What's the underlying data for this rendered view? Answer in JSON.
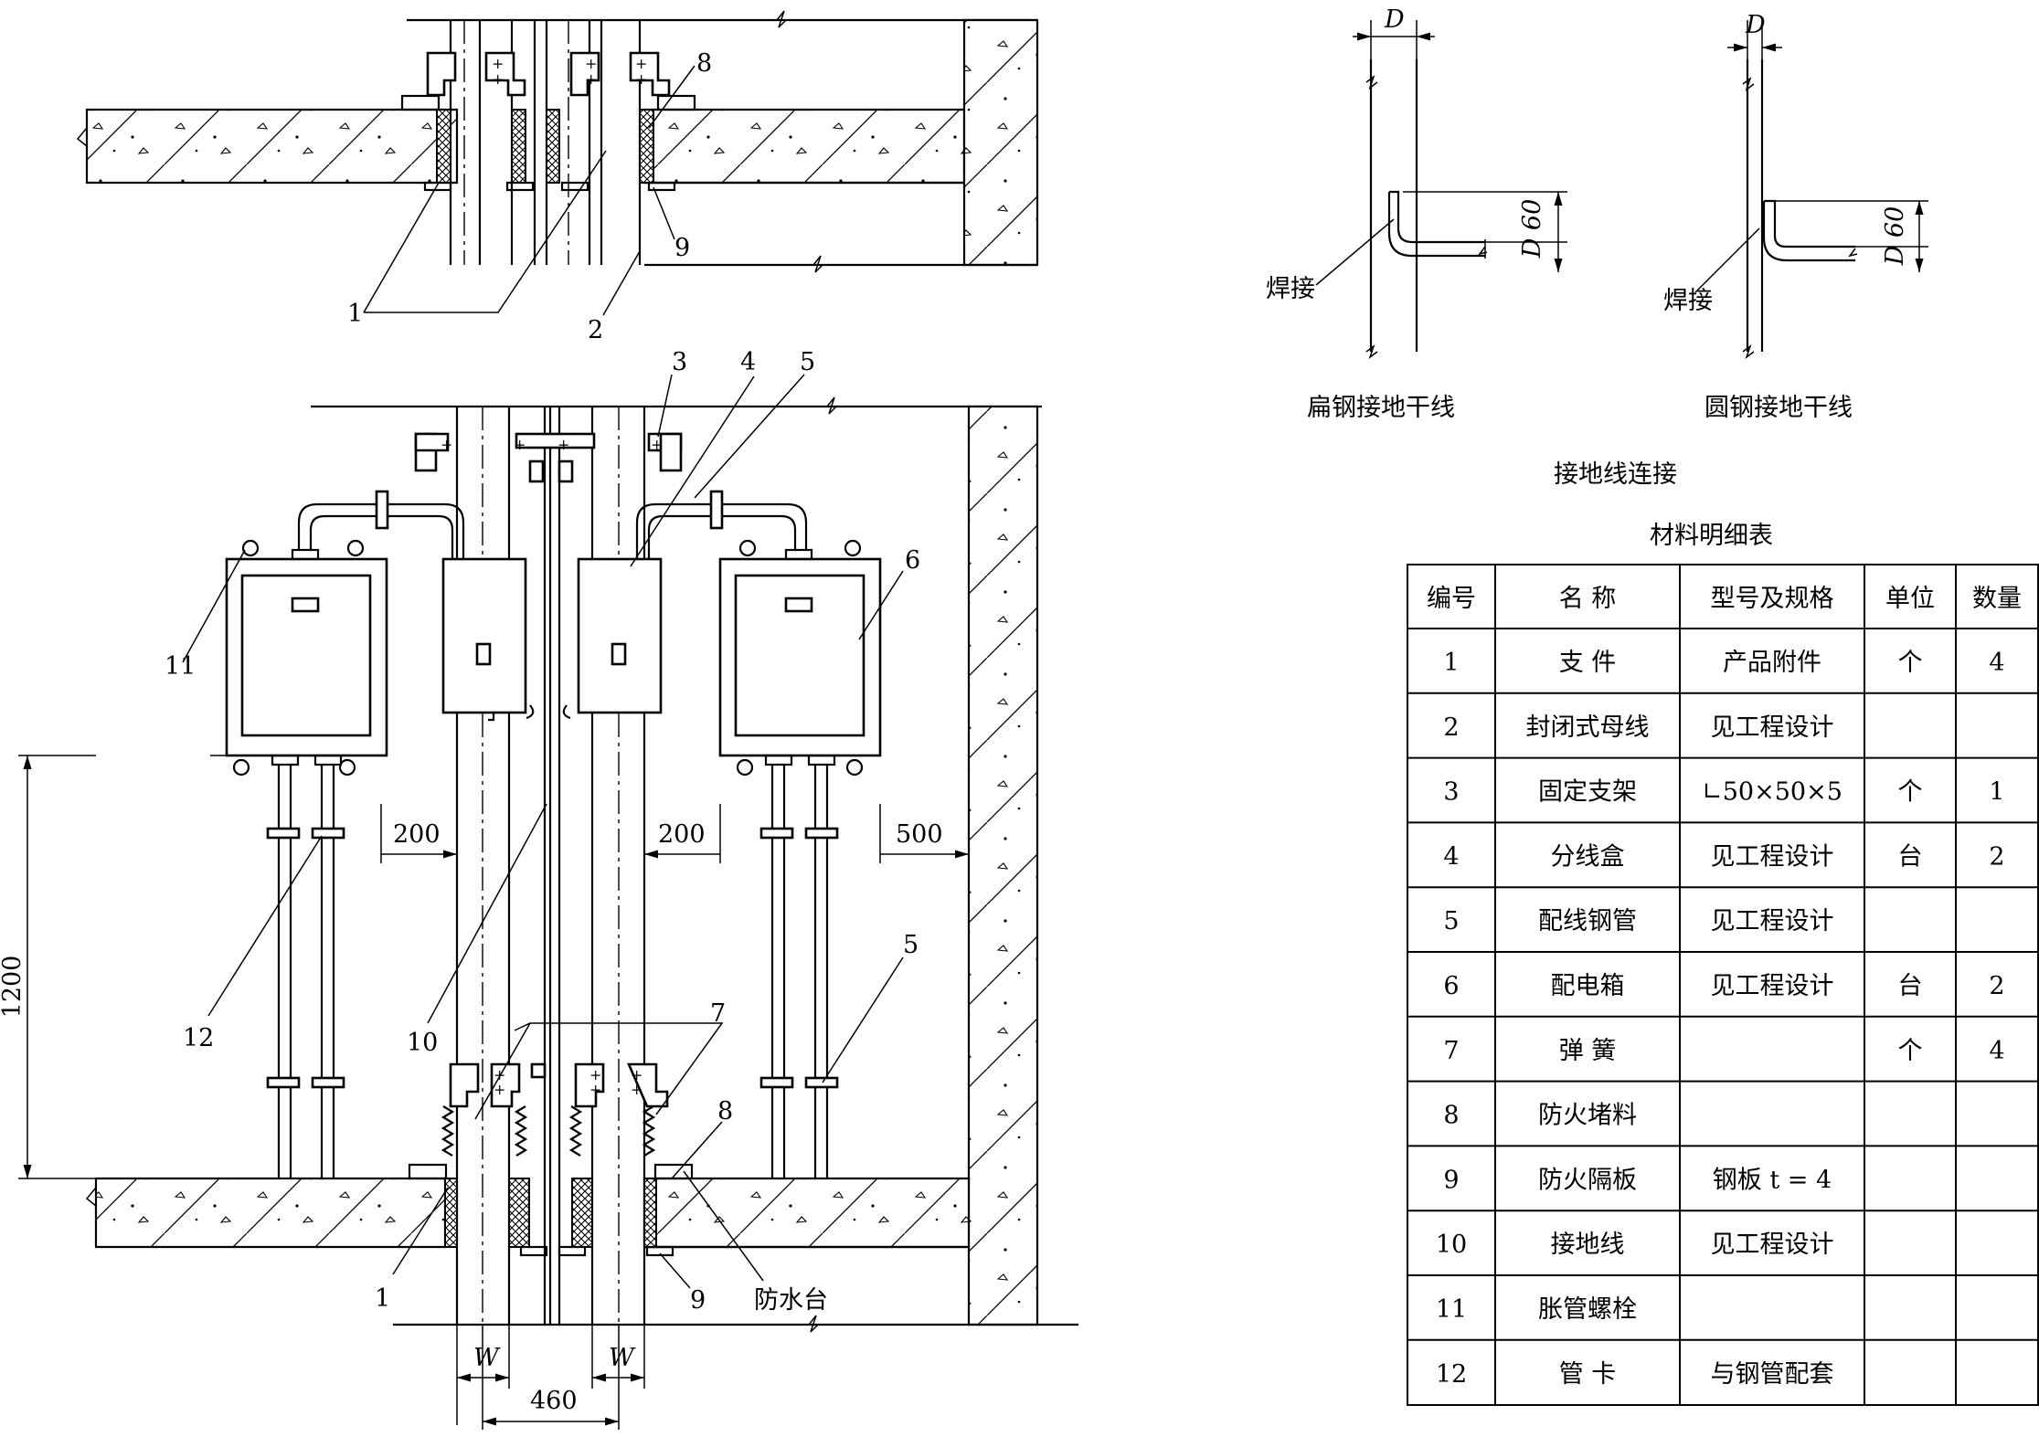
{
  "detail_grounding": {
    "flat_title": "扁钢接地干线",
    "round_title": "圆钢接地干线",
    "section_title": "接地线连接",
    "weld_label": "焊接",
    "d_label": "D",
    "dim_text": "D 60"
  },
  "plan_labels": [
    "1",
    "2",
    "8",
    "9"
  ],
  "elev_labels": [
    "3",
    "4",
    "5",
    "6",
    "11",
    "12",
    "10",
    "7",
    "5",
    "8",
    "1",
    "9"
  ],
  "elev_other": {
    "water_platform": "防水台",
    "w_label": "W",
    "dim_200": "200",
    "dim_500": "500",
    "dim_1200": "1200",
    "dim_460": "460"
  },
  "table": {
    "title": "材料明细表",
    "headers": [
      "编号",
      "名    称",
      "型号及规格",
      "单位",
      "数量"
    ],
    "rows": [
      [
        "1",
        "支    件",
        "产品附件",
        "个",
        "4"
      ],
      [
        "2",
        "封闭式母线",
        "见工程设计",
        "",
        ""
      ],
      [
        "3",
        "固定支架",
        "∟50×50×5",
        "个",
        "1"
      ],
      [
        "4",
        "分线盒",
        "见工程设计",
        "台",
        "2"
      ],
      [
        "5",
        "配线钢管",
        "见工程设计",
        "",
        ""
      ],
      [
        "6",
        "配电箱",
        "见工程设计",
        "台",
        "2"
      ],
      [
        "7",
        "弹    簧",
        "",
        "个",
        "4"
      ],
      [
        "8",
        "防火堵料",
        "",
        "",
        ""
      ],
      [
        "9",
        "防火隔板",
        "钢板  t = 4",
        "",
        ""
      ],
      [
        "10",
        "接地线",
        "见工程设计",
        "",
        ""
      ],
      [
        "11",
        "胀管螺栓",
        "",
        "",
        ""
      ],
      [
        "12",
        "管    卡",
        "与钢管配套",
        "",
        ""
      ]
    ]
  }
}
